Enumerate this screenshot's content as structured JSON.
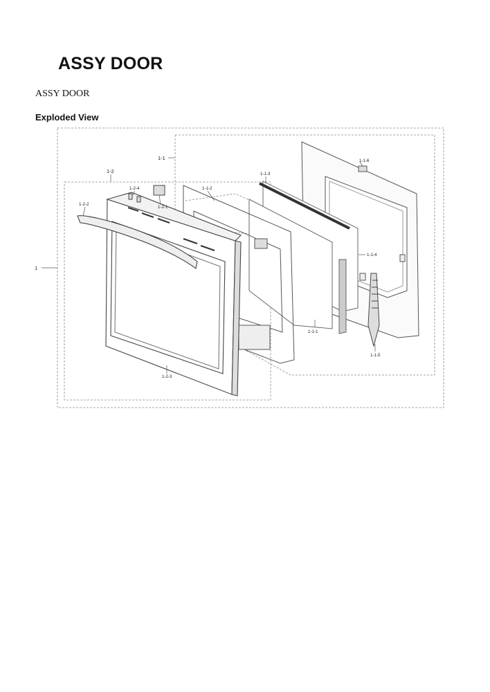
{
  "header": {
    "title": "ASSY DOOR",
    "subtitle": "ASSY DOOR",
    "section": "Exploded View"
  },
  "diagram": {
    "callouts": [
      {
        "id": "c-1",
        "text": "1"
      },
      {
        "id": "c-1-1",
        "text": "1-1"
      },
      {
        "id": "c-1-2",
        "text": "1-2"
      },
      {
        "id": "c-1-1-1",
        "text": "1-1-1"
      },
      {
        "id": "c-1-1-2",
        "text": "1-1-2"
      },
      {
        "id": "c-1-1-3",
        "text": "1-1-3"
      },
      {
        "id": "c-1-1-4",
        "text": "1-1-4"
      },
      {
        "id": "c-1-1-5",
        "text": "1-1-5"
      },
      {
        "id": "c-1-1-6",
        "text": "1-1-6"
      },
      {
        "id": "c-1-2-1",
        "text": "1-2-1"
      },
      {
        "id": "c-1-2-2",
        "text": "1-2-2"
      },
      {
        "id": "c-1-2-3",
        "text": "1-2-3"
      },
      {
        "id": "c-1-2-4",
        "text": "1-2-4"
      }
    ]
  }
}
